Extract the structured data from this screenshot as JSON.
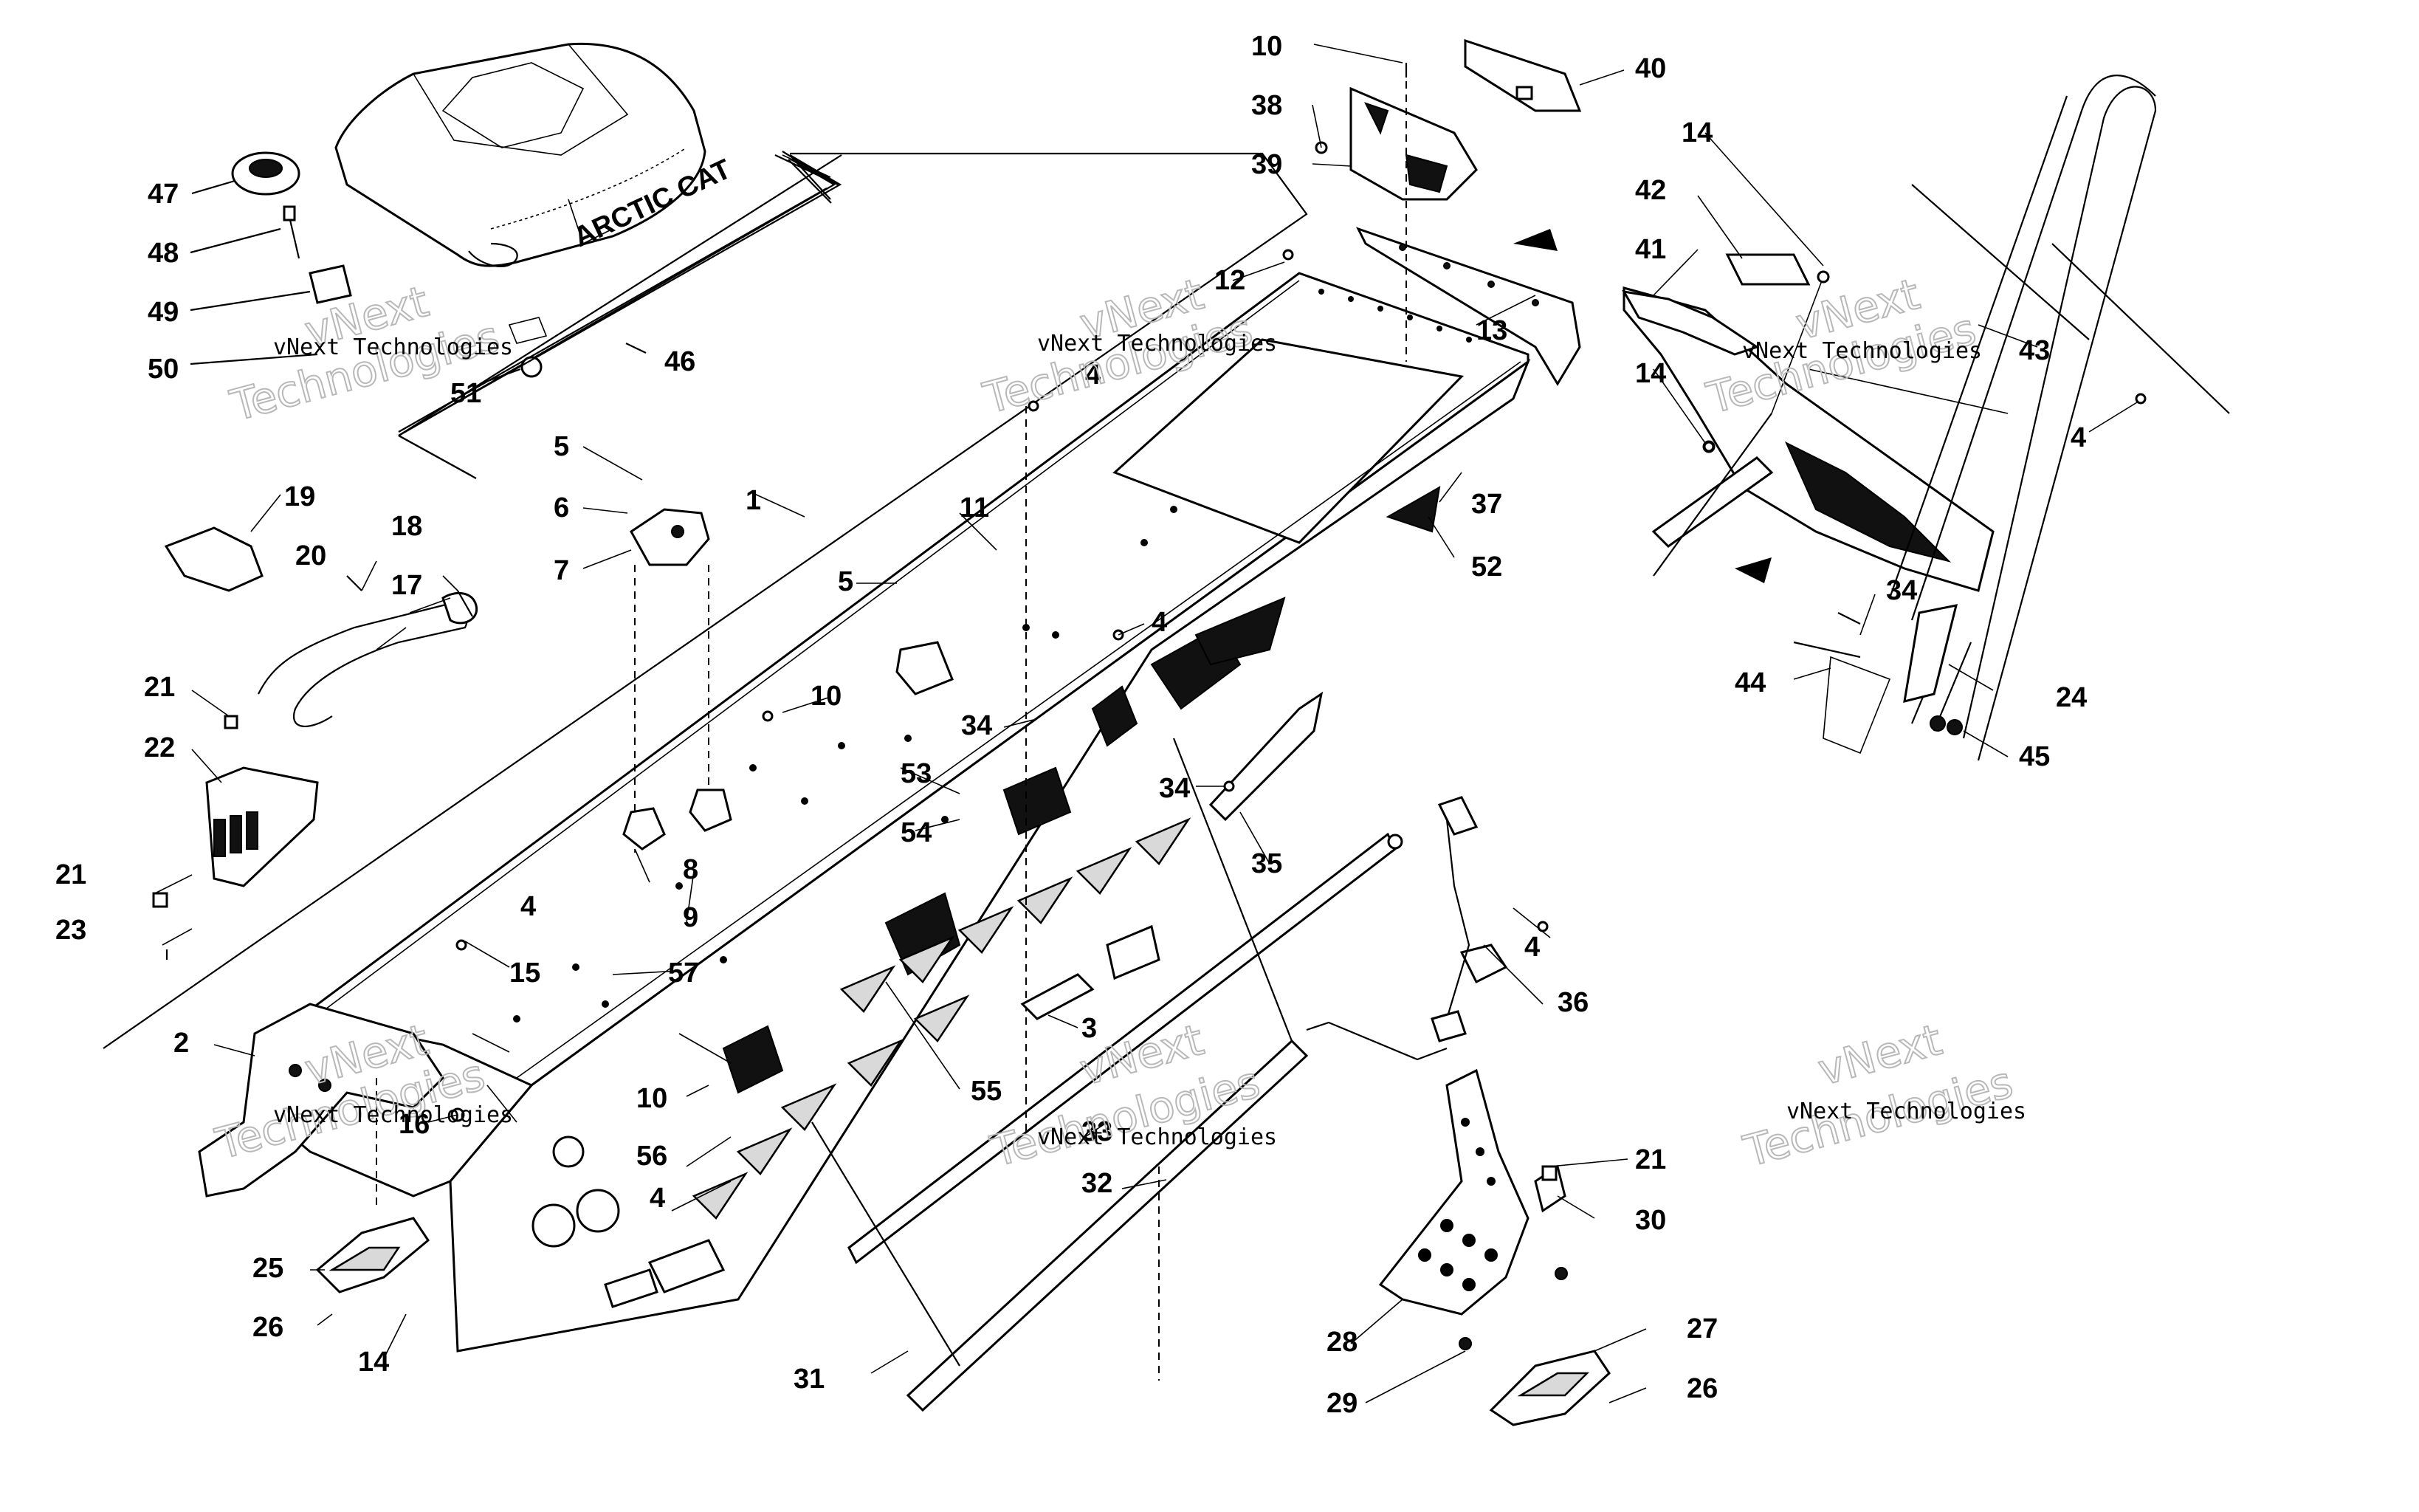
{
  "labels": [
    "1",
    "2",
    "3",
    "4",
    "5",
    "6",
    "7",
    "8",
    "9",
    "10",
    "11",
    "12",
    "13",
    "14",
    "15",
    "16",
    "17",
    "18",
    "19",
    "20",
    "21",
    "22",
    "23",
    "24",
    "25",
    "26",
    "27",
    "28",
    "29",
    "30",
    "31",
    "32",
    "33",
    "34",
    "35",
    "36",
    "37",
    "38",
    "39",
    "40",
    "41",
    "42",
    "43",
    "44",
    "45",
    "46",
    "47",
    "48",
    "49",
    "50",
    "51",
    "52",
    "53",
    "54",
    "55",
    "56",
    "57"
  ],
  "watermark": {
    "company": "vNext Technologies",
    "big_line1": "vNext",
    "big_line2": "Technologies"
  },
  "brand_text": "ARCTIC CAT"
}
